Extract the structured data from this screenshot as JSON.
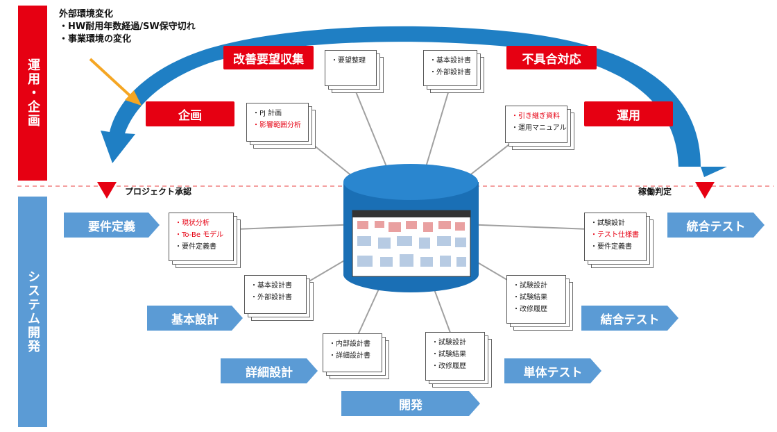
{
  "sidebar": {
    "top_label": "運用・企画",
    "bottom_label": "システム開発",
    "top_color": "#e60012",
    "bottom_color": "#5b9bd5"
  },
  "external_note": {
    "title": "外部環境変化",
    "items": [
      "・HW耐用年数経過/SW保守切れ",
      "・事業環境の変化"
    ]
  },
  "operation_cycle": {
    "kaizen": "改善要望収集",
    "fuguai": "不具合対応",
    "kikaku": "企画",
    "unyou": "運用"
  },
  "markers": {
    "project_approval": "プロジェクト承認",
    "go_live": "稼働判定"
  },
  "phases": {
    "requirements": "要件定義",
    "basic_design": "基本設計",
    "detailed_design": "詳細設計",
    "development": "開発",
    "unit_test": "単体テスト",
    "integration_test": "結合テスト",
    "system_test": "統合テスト"
  },
  "documents": {
    "doc_plan": [
      "・PJ 計画",
      "・影響範囲分析"
    ],
    "doc_request": [
      "・要望整理"
    ],
    "doc_design_top": [
      "・基本設計書",
      "・外部設計書"
    ],
    "doc_handover": [
      "・引き継ぎ資料",
      "・運用マニュアル"
    ],
    "doc_requirements": [
      "・現状分析",
      "・To-Be モデル",
      "・要件定義書"
    ],
    "doc_basic": [
      "・基本設計書",
      "・外部設計書"
    ],
    "doc_detail": [
      "・内部設計書",
      "・詳細設計書"
    ],
    "doc_unit": [
      "・試験設計",
      "・試験結果",
      "・改修履歴"
    ],
    "doc_integration": [
      "・試験設計",
      "・試験結果",
      "・改修履歴"
    ],
    "doc_system": [
      "・試験設計",
      "・テスト仕様書",
      "・要件定義書"
    ]
  },
  "colors": {
    "accent_red": "#e60012",
    "phase_blue": "#5b9bd5",
    "cycle_blue": "#1f7fc4",
    "db_blue": "#1a6fb5",
    "arrow_orange": "#f5a623"
  }
}
